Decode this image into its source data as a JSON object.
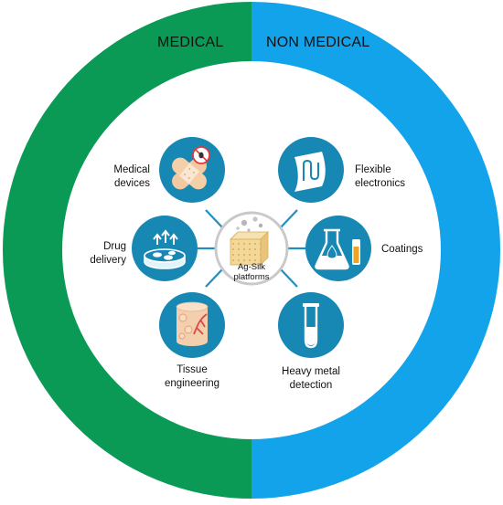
{
  "ring": {
    "medical_label": "MEDICAL",
    "non_medical_label": "NON MEDICAL",
    "medical_color": "#0a9a56",
    "non_medical_color": "#13a3ea"
  },
  "center": {
    "label_line1": "Ag-Silk",
    "label_line2": "platforms"
  },
  "applications": {
    "medical_devices": {
      "line1": "Medical",
      "line2": "devices",
      "icon": "bandage-icon"
    },
    "drug_delivery": {
      "line1": "Drug",
      "line2": "delivery",
      "icon": "petri-dish-pills-icon"
    },
    "tissue_engineering": {
      "line1": "Tissue",
      "line2": "engineering",
      "icon": "tissue-scaffold-icon"
    },
    "flexible_electronics": {
      "line1": "Flexible",
      "line2": "electronics",
      "icon": "flexible-circuit-icon"
    },
    "coatings": {
      "line1": "Coatings",
      "icon": "flask-icon"
    },
    "heavy_metal_detection": {
      "line1": "Heavy metal",
      "line2": "detection",
      "icon": "test-tube-icon"
    }
  },
  "colors": {
    "node_fill": "#1787b3",
    "node_ring": "#1787b3",
    "connector": "#1e8fc0",
    "center_ring": "#c9c9c9"
  }
}
